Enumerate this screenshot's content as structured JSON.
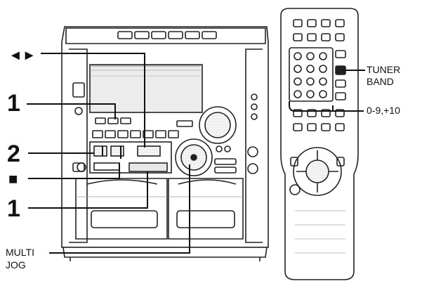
{
  "callouts": {
    "step1_top": "1",
    "arrows_symbol": "◄►",
    "step2": "2",
    "stop_symbol": "■",
    "step1_bottom": "1",
    "multi_jog_line1": "MULTI",
    "multi_jog_line2": "JOG",
    "tuner_band_line1": "TUNER",
    "tuner_band_line2": "BAND",
    "digits": "0-9,+10"
  }
}
